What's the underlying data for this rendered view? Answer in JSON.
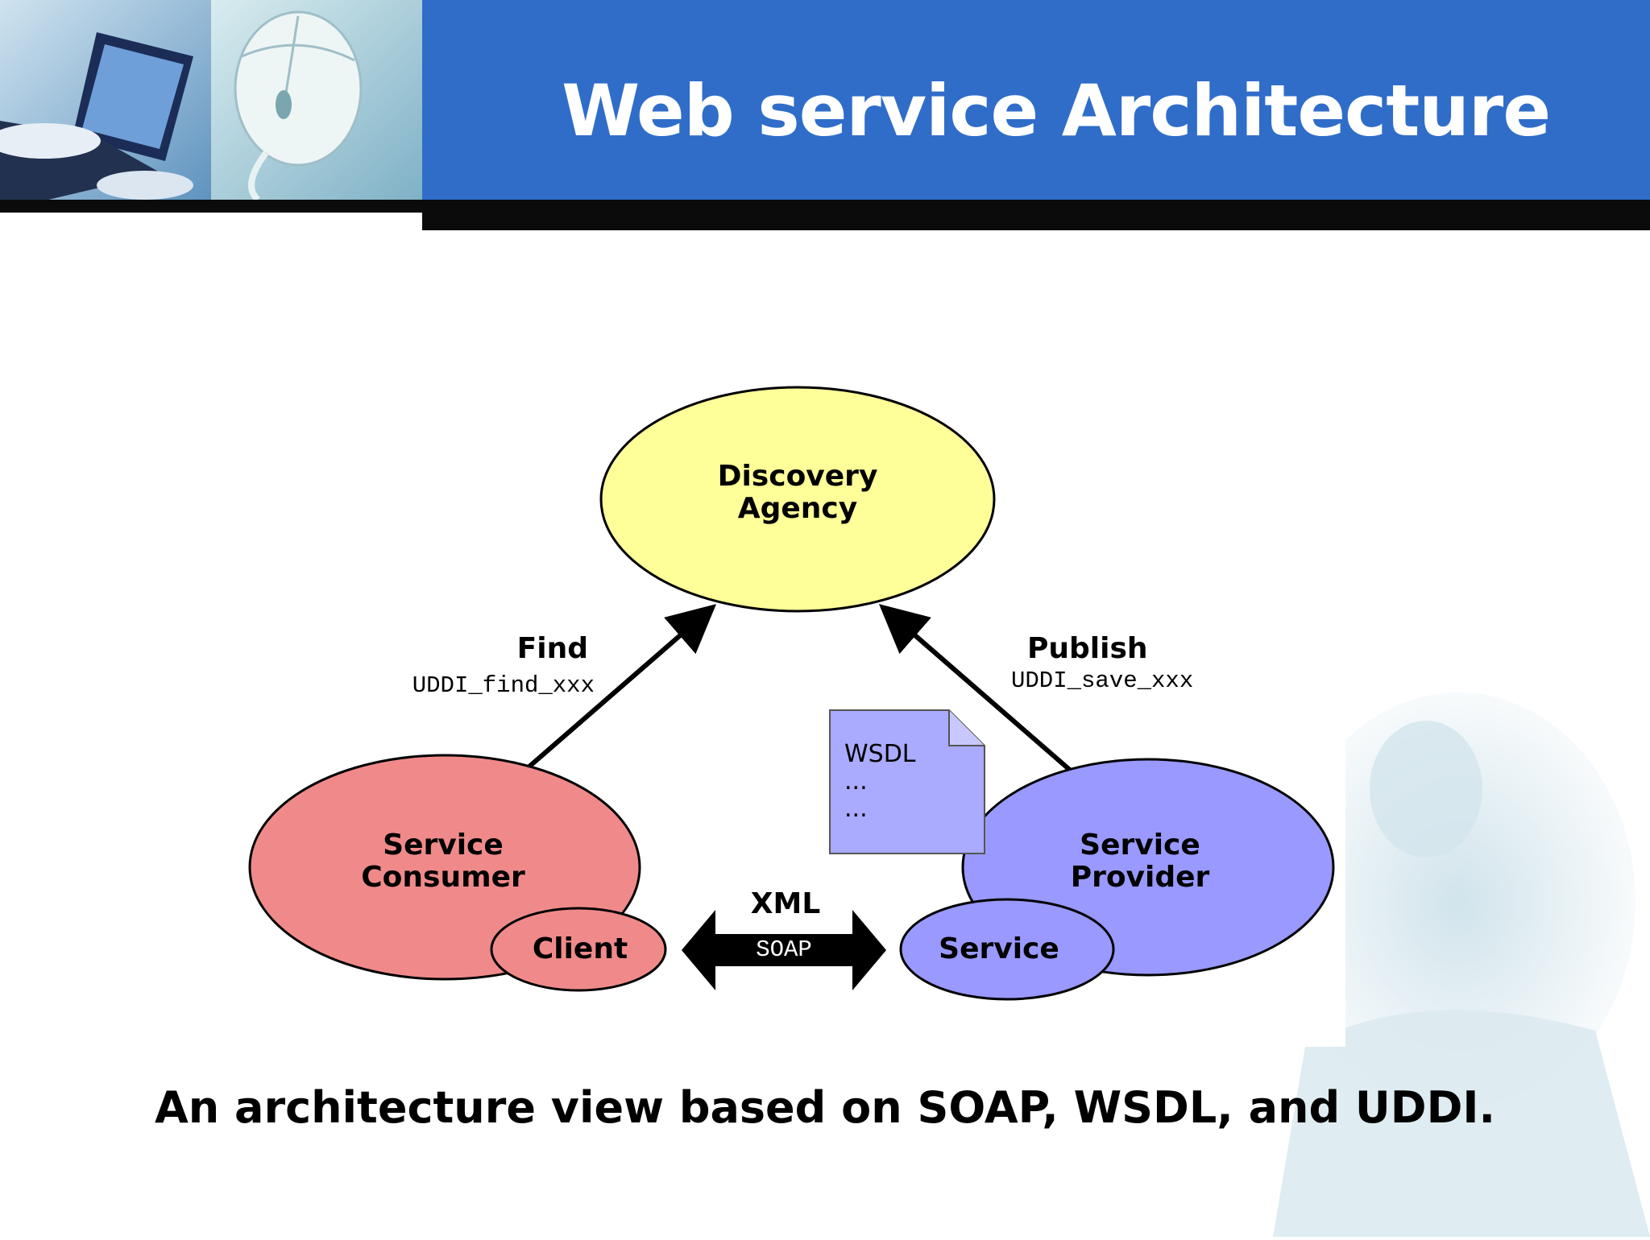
{
  "slide": {
    "title": "Web service Architecture",
    "caption": "An architecture view based on SOAP, WSDL, and UDDI."
  },
  "diagram": {
    "discovery": "Discovery\nAgency",
    "consumer": "Service\nConsumer",
    "client": "Client",
    "provider": "Service\nProvider",
    "service": "Service",
    "find_label": "Find",
    "find_api": "UDDI_find_xxx",
    "publish_label": "Publish",
    "publish_api": "UDDI_save_xxx",
    "wsdl_doc": "WSDL\n...\n...",
    "xml_label": "XML",
    "soap_label": "SOAP"
  },
  "colors": {
    "header_blue": "#2f6dc9",
    "discovery_fill": "#ffff99",
    "consumer_fill": "#f08a8a",
    "provider_fill": "#9999ff",
    "wsdl_fill": "#aaaaff"
  }
}
